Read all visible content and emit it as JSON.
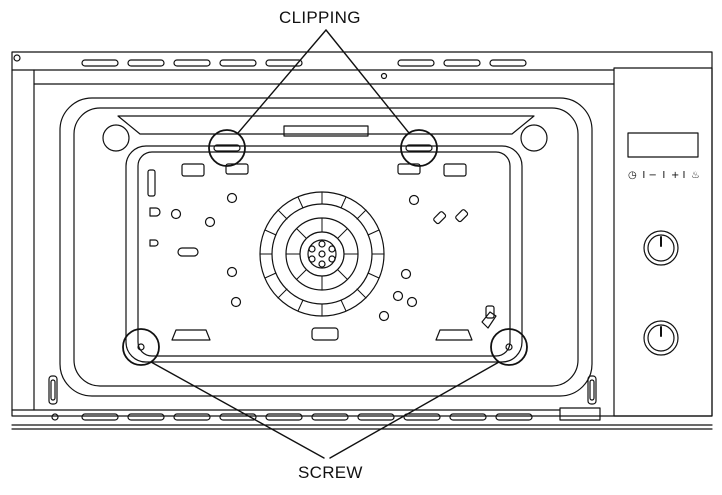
{
  "labels": {
    "clipping": "CLIPPING",
    "screw": "SCREW"
  },
  "control_panel": {
    "symbols": [
      "◷",
      "I −",
      "I",
      "+ I",
      "♨"
    ]
  },
  "colors": {
    "line": "#111111",
    "background": "#ffffff"
  }
}
